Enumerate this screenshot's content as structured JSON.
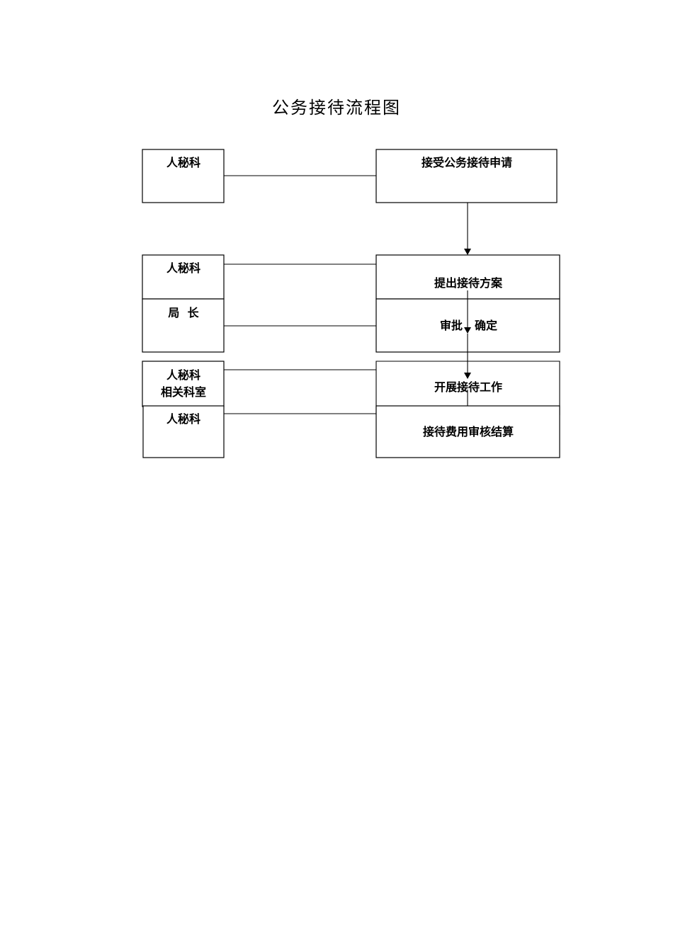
{
  "title": "公务接待流程图",
  "diagram": {
    "roles": [
      {
        "id": "r1",
        "lines": [
          "人秘科"
        ]
      },
      {
        "id": "r2",
        "lines": [
          "人秘科"
        ]
      },
      {
        "id": "r3",
        "lines": [
          "局  长"
        ]
      },
      {
        "id": "r4",
        "lines": [
          "人秘科",
          "相关科室"
        ]
      },
      {
        "id": "r5",
        "lines": [
          "人秘科"
        ]
      }
    ],
    "steps": [
      {
        "id": "s1",
        "text": "接受公务接待申请"
      },
      {
        "id": "s2",
        "text": "提出接待方案"
      },
      {
        "id": "s3a",
        "text": "审批"
      },
      {
        "id": "s3b",
        "text": "确定"
      },
      {
        "id": "s4",
        "text": "开展接待工作"
      },
      {
        "id": "s5",
        "text": "接待费用审核结算"
      }
    ]
  }
}
